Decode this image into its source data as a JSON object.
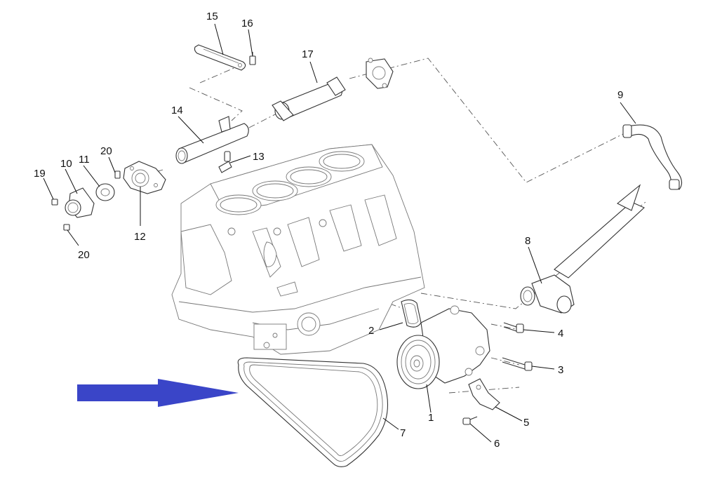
{
  "arrow_color": "#3a45c8",
  "callouts": [
    {
      "id": "p1",
      "label": "1"
    },
    {
      "id": "p2",
      "label": "2"
    },
    {
      "id": "p3",
      "label": "3"
    },
    {
      "id": "p4",
      "label": "4"
    },
    {
      "id": "p5",
      "label": "5"
    },
    {
      "id": "p6",
      "label": "6"
    },
    {
      "id": "p7",
      "label": "7"
    },
    {
      "id": "p8",
      "label": "8"
    },
    {
      "id": "p9",
      "label": "9"
    },
    {
      "id": "p10",
      "label": "10"
    },
    {
      "id": "p11",
      "label": "11"
    },
    {
      "id": "p12",
      "label": "12"
    },
    {
      "id": "p13",
      "label": "13"
    },
    {
      "id": "p14",
      "label": "14"
    },
    {
      "id": "p15",
      "label": "15"
    },
    {
      "id": "p16",
      "label": "16"
    },
    {
      "id": "p17",
      "label": "17"
    },
    {
      "id": "p19",
      "label": "19"
    },
    {
      "id": "p20a",
      "label": "20"
    },
    {
      "id": "p20b",
      "label": "20"
    }
  ]
}
